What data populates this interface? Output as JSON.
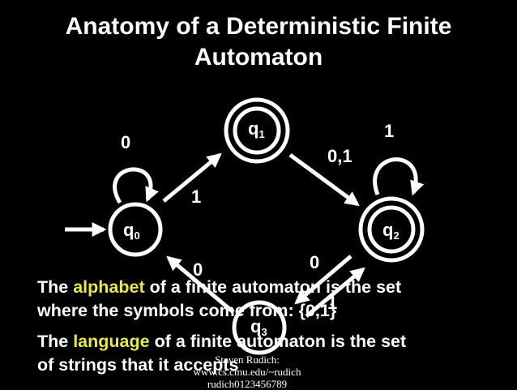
{
  "slide": {
    "title_line1": "Anatomy of a Deterministic Finite",
    "title_line2": "Automaton"
  },
  "states": {
    "q0": {
      "base": "q",
      "sub": "0"
    },
    "q1": {
      "base": "q",
      "sub": "1"
    },
    "q2": {
      "base": "q",
      "sub": "2"
    },
    "q3": {
      "base": "q",
      "sub": "3"
    }
  },
  "transitions": {
    "q0_loop": "0",
    "q0_to_q1": "1",
    "q1_to_q2": "0,1",
    "q2_loop": "1",
    "q3_to_q0": "0",
    "q2_to_q3": "0",
    "q3_to_q2": "1"
  },
  "text": {
    "line1_a": "The ",
    "line1_hl": "alphabet",
    "line1_b": " of a finite automaton is the set",
    "line2": "where the symbols come from: {0,1}",
    "line3_a": "The ",
    "line3_hl": "language",
    "line3_b": " of a finite automaton is the set",
    "line4": "of strings that it accepts"
  },
  "credit": {
    "line1": "Steven Rudich:",
    "line2": "www.cs.cmu.edu/~rudich",
    "line3": "rudich0123456789"
  },
  "colors": {
    "background": "#000000",
    "foreground": "#ffffff",
    "highlight": "#e8e84a"
  }
}
